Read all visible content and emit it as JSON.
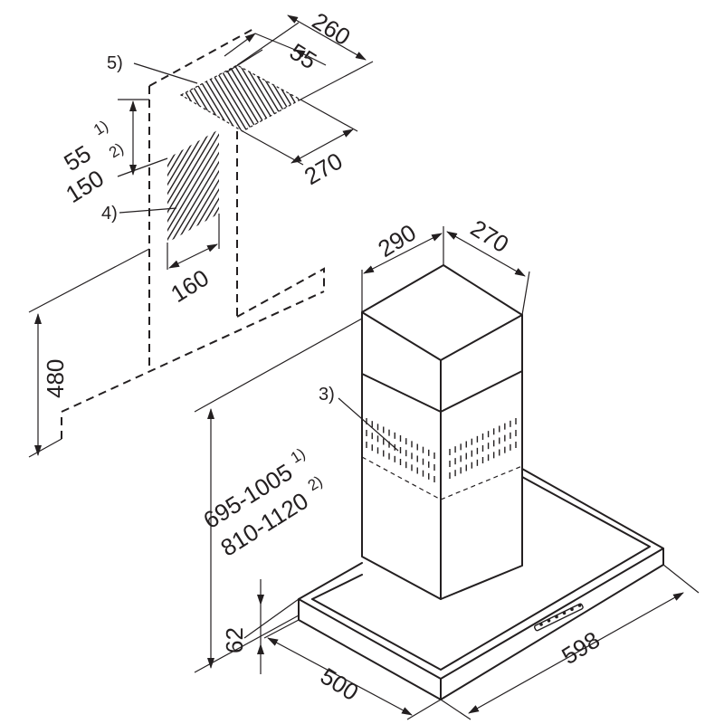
{
  "dimensions": {
    "top_width": "260",
    "top_offset": "55",
    "top_depth": "270",
    "vent_gap_a": "55",
    "vent_gap_a_note": "1)",
    "vent_gap_b": "150",
    "vent_gap_b_note": "2)",
    "vent_width": "160",
    "duct_height": "480",
    "chimney_width": "290",
    "chimney_depth": "270",
    "height_range_a": "695-1005",
    "height_range_a_note": "1)",
    "height_range_b": "810-1120",
    "height_range_b_note": "2)",
    "hood_thickness": "62",
    "hood_depth": "500",
    "hood_width": "598"
  },
  "references": {
    "ceiling_outlet": "5)",
    "wall_vent": "4)",
    "chimney_vents": "3)"
  }
}
